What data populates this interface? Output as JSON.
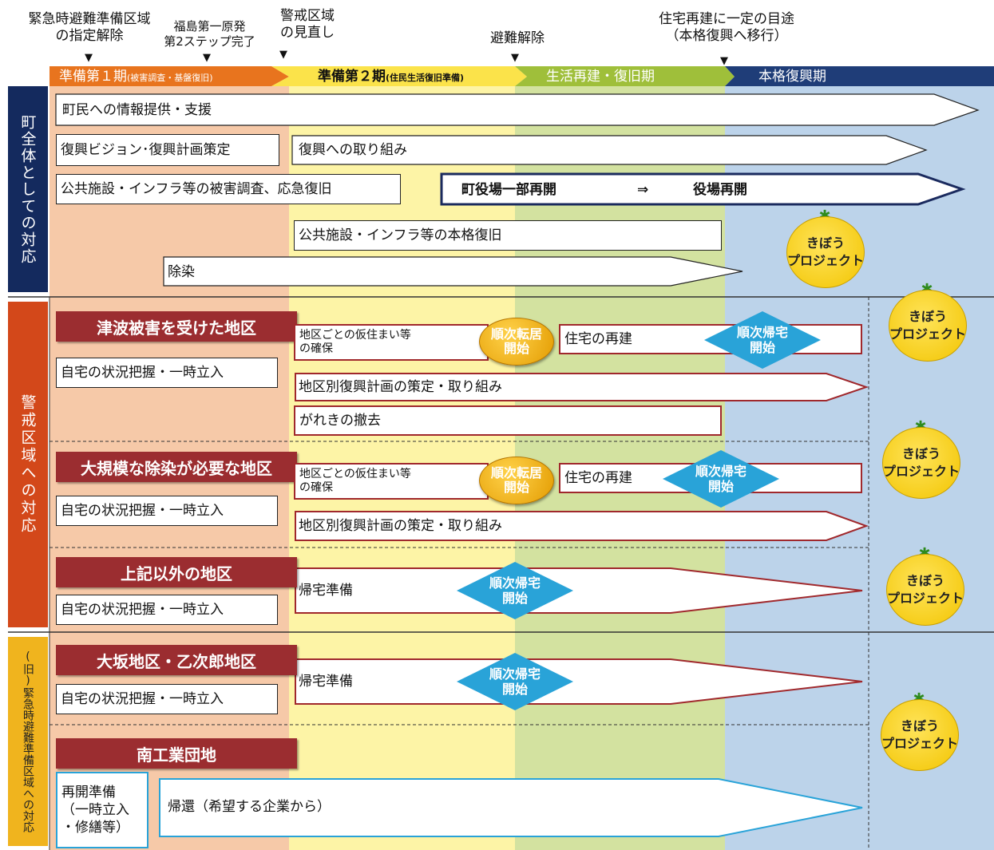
{
  "milestones": {
    "m1": "緊急時避難準備区域\nの指定解除",
    "m2": "福島第一原発\n第2ステップ完了",
    "m3": "警戒区域\nの見直し",
    "m4": "避難解除",
    "m5": "住宅再建に一定の目途\n（本格復興へ移行）"
  },
  "phases": {
    "p1_main": "準備第１期",
    "p1_sub": "(被害調査・基盤復旧)",
    "p2_main": "準備第２期",
    "p2_sub": "(住民生活復旧準備)",
    "p3": "生活再建・復旧期",
    "p4": "本格復興期"
  },
  "colors": {
    "phase1": "#f6c9a8",
    "phase2": "#fdf4a6",
    "phase3": "#d3e2a0",
    "phase4": "#bcd3ea",
    "section_town": "#142a5e",
    "section_alert": "#d3481a",
    "section_former": "#f0b41e",
    "header_red": "#9b2d30",
    "diamond_blue": "#29a3d8"
  },
  "sections": {
    "town": "町全体としての対応",
    "alert": "警戒区域への対応",
    "former": "(旧)緊急時避難準備区域への対応"
  },
  "town": {
    "info": "町民への情報提供・支援",
    "vision": "復興ビジョン･復興計画策定",
    "efforts": "復興への取り組み",
    "survey": "公共施設・インフラ等の被害調査、応急復旧",
    "office_partial": "町役場一部再開",
    "office_arrow": "⇒",
    "office_full": "役場再開",
    "full_repair": "公共施設・インフラ等の本格復旧",
    "decon": "除染"
  },
  "tsunami": {
    "header": "津波被害を受けた地区",
    "survey": "自宅の状況把握・一時立入",
    "temp_housing": "地区ごとの仮住まい等\nの確保",
    "relocation": "順次転居\n開始",
    "rebuild": "住宅の再建",
    "return": "順次帰宅\n開始",
    "plan": "地区別復興計画の策定・取り組み",
    "debris": "がれきの撤去"
  },
  "decon_area": {
    "header": "大規模な除染が必要な地区",
    "survey": "自宅の状況把握・一時立入",
    "temp_housing": "地区ごとの仮住まい等\nの確保",
    "relocation": "順次転居\n開始",
    "rebuild": "住宅の再建",
    "return": "順次帰宅\n開始",
    "plan": "地区別復興計画の策定・取り組み"
  },
  "other_area": {
    "header": "上記以外の地区",
    "survey": "自宅の状況把握・一時立入",
    "prep": "帰宅準備",
    "return": "順次帰宅\n開始"
  },
  "osaka": {
    "header": "大坂地区・乙次郎地区",
    "survey": "自宅の状況把握・一時立入",
    "prep": "帰宅準備",
    "return": "順次帰宅\n開始"
  },
  "south_industrial": {
    "header": "南工業団地",
    "reopen": "再開準備\n（一時立入\n・修繕等）",
    "return": "帰還（希望する企業から）"
  },
  "kibou": {
    "line1": "きぼう",
    "line2": "プロジェクト"
  }
}
